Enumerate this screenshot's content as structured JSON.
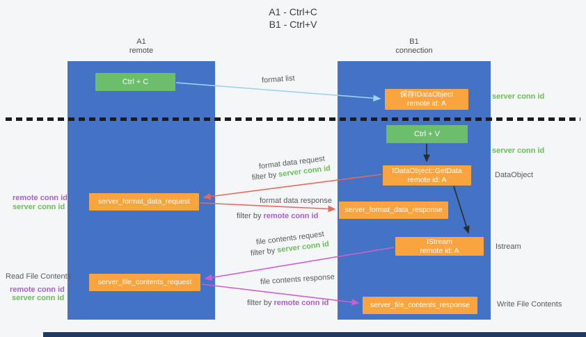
{
  "title": {
    "line1": "A1 - Ctrl+C",
    "line2": "B1 - Ctrl+V"
  },
  "lanes": [
    {
      "name": "A1",
      "sub": "remote"
    },
    {
      "name": "B1",
      "sub": "connection"
    }
  ],
  "nodes": {
    "ctrl_c": "Ctrl + C",
    "ctrl_v": "Ctrl + V",
    "save_dataobject": {
      "line1": "保存IDataObject",
      "line2": "remote id: A"
    },
    "getdata": {
      "line1": "IDataObject::GetData",
      "line2": "remote id: A"
    },
    "format_request": "server_format_data_request",
    "format_response": "server_format_data_response",
    "istream": {
      "line1": "IStream",
      "line2": "remote id: A"
    },
    "file_request": "server_file_contents_request",
    "file_response": "server_file_contents_response"
  },
  "labels": {
    "format_list": "format list",
    "format_data_request": "format data request",
    "format_data_response": "format data response",
    "file_contents_request": "file contents request",
    "file_contents_response": "file contents response",
    "filter_by": "filter by",
    "server_conn_id": "server conn id",
    "remote_conn_id": "remote conn id",
    "dataobject": "DataObject",
    "istream": "Istream",
    "read_file_contents": "Read File Contents",
    "write_file_contents": "Write File Contents"
  },
  "colors": {
    "lane_blue": "#4472C4",
    "node_green": "#6CBE6C",
    "node_orange": "#F9A43F",
    "arrow_blue": "#9ED2EE",
    "arrow_red": "#E8695F",
    "arrow_magenta": "#CF5ED0",
    "arrow_black": "#2b2b2b",
    "text_green": "#6ABD58",
    "text_purple": "#A85FD0",
    "text_gray": "#595959"
  }
}
